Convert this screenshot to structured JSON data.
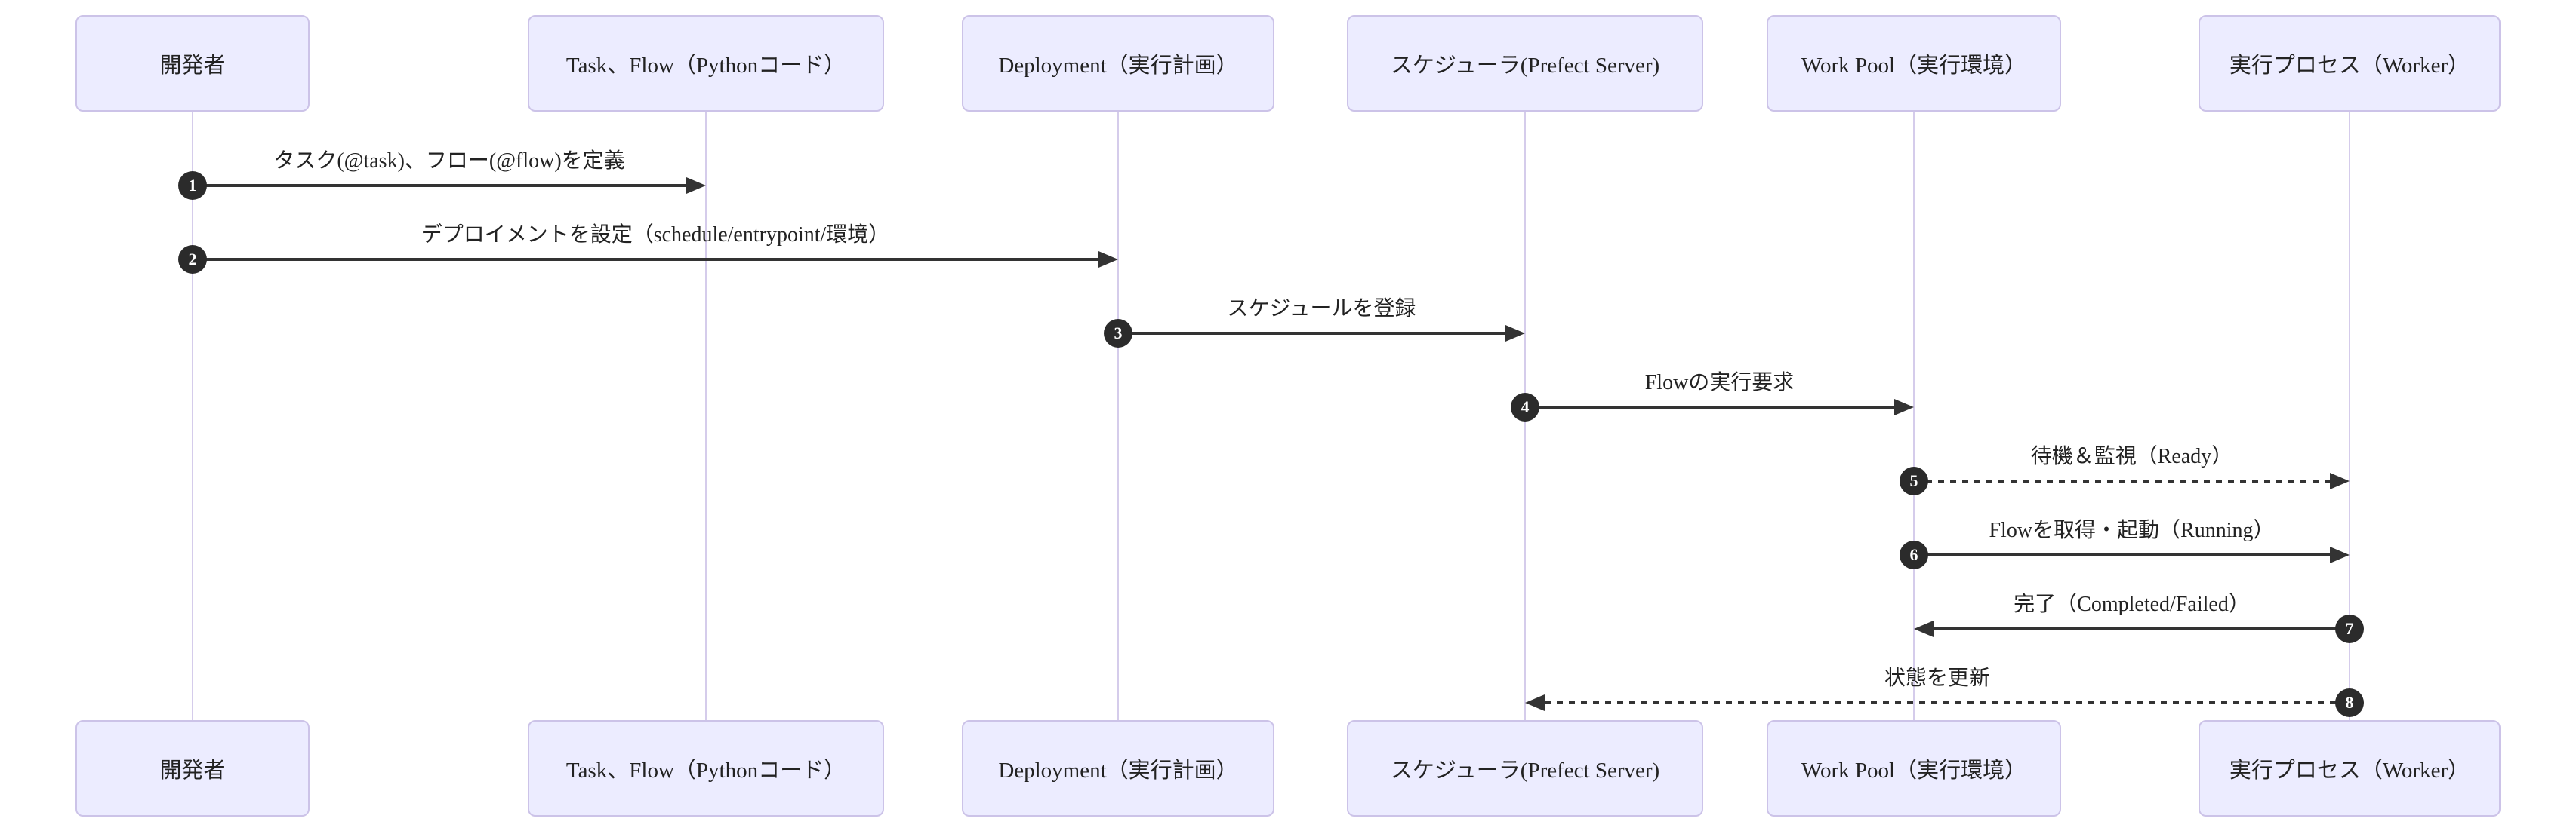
{
  "diagram": {
    "type": "sequence-diagram",
    "colors": {
      "background": "#FFFFFF",
      "actor_fill": "#ECECFF",
      "actor_border": "#CCC3E8",
      "lifeline": "#D5CCEB",
      "line": "#333333",
      "text": "#222222",
      "number_bg": "#2B2B2B",
      "number_text": "#FFFFFF"
    },
    "actors": [
      {
        "label": "開発者"
      },
      {
        "label": "Task、Flow（Pythonコード）"
      },
      {
        "label": "Deployment（実行計画）"
      },
      {
        "label": "スケジューラ(Prefect Server)"
      },
      {
        "label": "Work Pool（実行環境）"
      },
      {
        "label": "実行プロセス（Worker）"
      }
    ],
    "messages": [
      {
        "num": 1,
        "from": 0,
        "to": 1,
        "style": "solid",
        "label": "タスク(@task)、フロー(@flow)を定義"
      },
      {
        "num": 2,
        "from": 0,
        "to": 2,
        "style": "solid",
        "label": "デプロイメントを設定（schedule/entrypoint/環境）"
      },
      {
        "num": 3,
        "from": 2,
        "to": 3,
        "style": "solid",
        "label": "スケジュールを登録"
      },
      {
        "num": 4,
        "from": 3,
        "to": 4,
        "style": "solid",
        "label": "Flowの実行要求"
      },
      {
        "num": 5,
        "from": 4,
        "to": 5,
        "style": "dashed",
        "label": "待機＆監視（Ready）"
      },
      {
        "num": 6,
        "from": 4,
        "to": 5,
        "style": "solid",
        "label": "Flowを取得・起動（Running）"
      },
      {
        "num": 7,
        "from": 5,
        "to": 4,
        "style": "solid",
        "label": "完了（Completed/Failed）"
      },
      {
        "num": 8,
        "from": 5,
        "to": 3,
        "style": "dashed",
        "label": "状態を更新"
      }
    ]
  }
}
